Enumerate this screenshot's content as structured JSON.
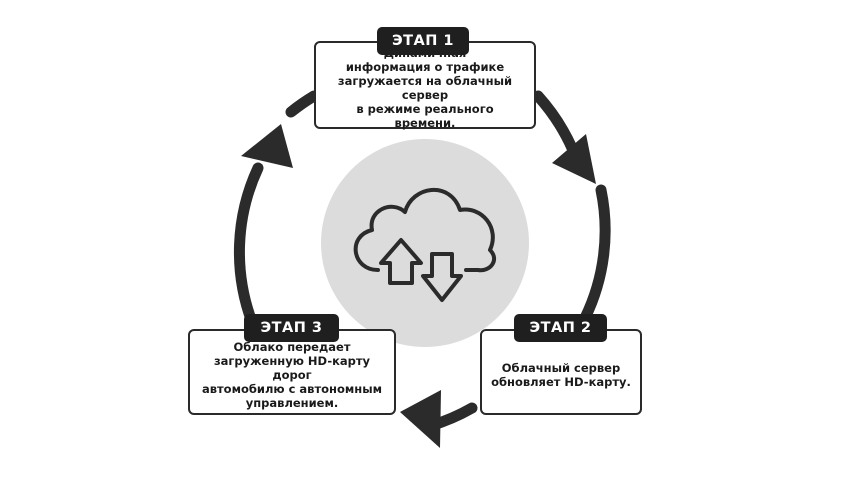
{
  "steps": [
    {
      "badge": "ЭТАП 1",
      "text": "Динамичная\nинформация о трафике\nзагружается на облачный сервер\nв режиме реального времени."
    },
    {
      "badge": "ЭТАП 2",
      "text": "Облачный сервер\nобновляет HD-карту."
    },
    {
      "badge": "ЭТАП 3",
      "text": "Облако передает\nзагруженную HD-карту дорог\nавтомобилю с автономным\nуправлением."
    }
  ],
  "center_icon": "cloud-upload-download-icon",
  "colors": {
    "arrow": "#2b2b2b",
    "badge": "#1f1f1f",
    "center_circle": "#dcdcdc"
  }
}
